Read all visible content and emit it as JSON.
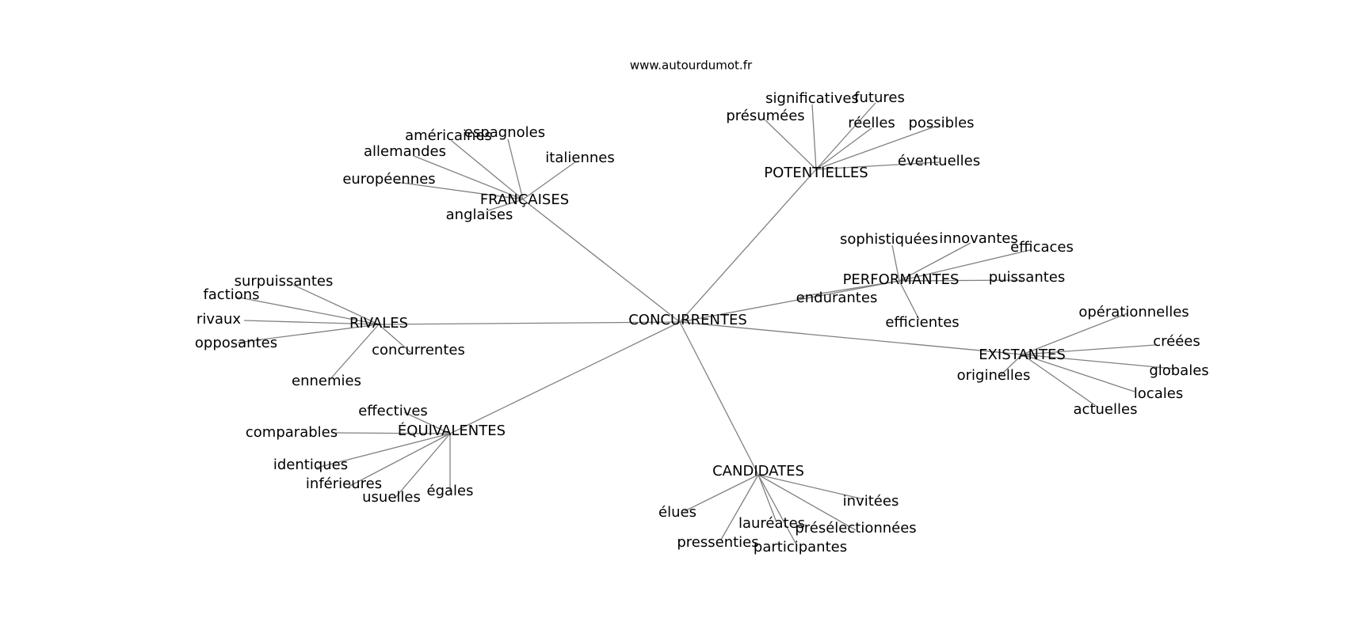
{
  "source": "www.autourdumot.fr",
  "graph": {
    "center": "CONCURRENTES",
    "hubs": [
      {
        "label": "POTENTIELLES",
        "leaves": [
          "significatives",
          "futures",
          "présumées",
          "réelles",
          "possibles",
          "éventuelles"
        ]
      },
      {
        "label": "FRANÇAISES",
        "leaves": [
          "américaines",
          "espagnoles",
          "allemandes",
          "italiennes",
          "européennes",
          "anglaises"
        ]
      },
      {
        "label": "PERFORMANTES",
        "leaves": [
          "sophistiquées",
          "innovantes",
          "efficaces",
          "puissantes",
          "endurantes",
          "efficientes"
        ]
      },
      {
        "label": "RIVALES",
        "leaves": [
          "surpuissantes",
          "factions",
          "rivaux",
          "opposantes",
          "concurrentes",
          "ennemies"
        ]
      },
      {
        "label": "EXISTANTES",
        "leaves": [
          "opérationnelles",
          "créées",
          "globales",
          "locales",
          "actuelles",
          "originelles"
        ]
      },
      {
        "label": "ÉQUIVALENTES",
        "leaves": [
          "effectives",
          "comparables",
          "identiques",
          "inférieures",
          "usuelles",
          "égales"
        ]
      },
      {
        "label": "CANDIDATES",
        "leaves": [
          "invitées",
          "élues",
          "lauréates",
          "présélectionnées",
          "pressenties",
          "participantes"
        ]
      }
    ]
  }
}
